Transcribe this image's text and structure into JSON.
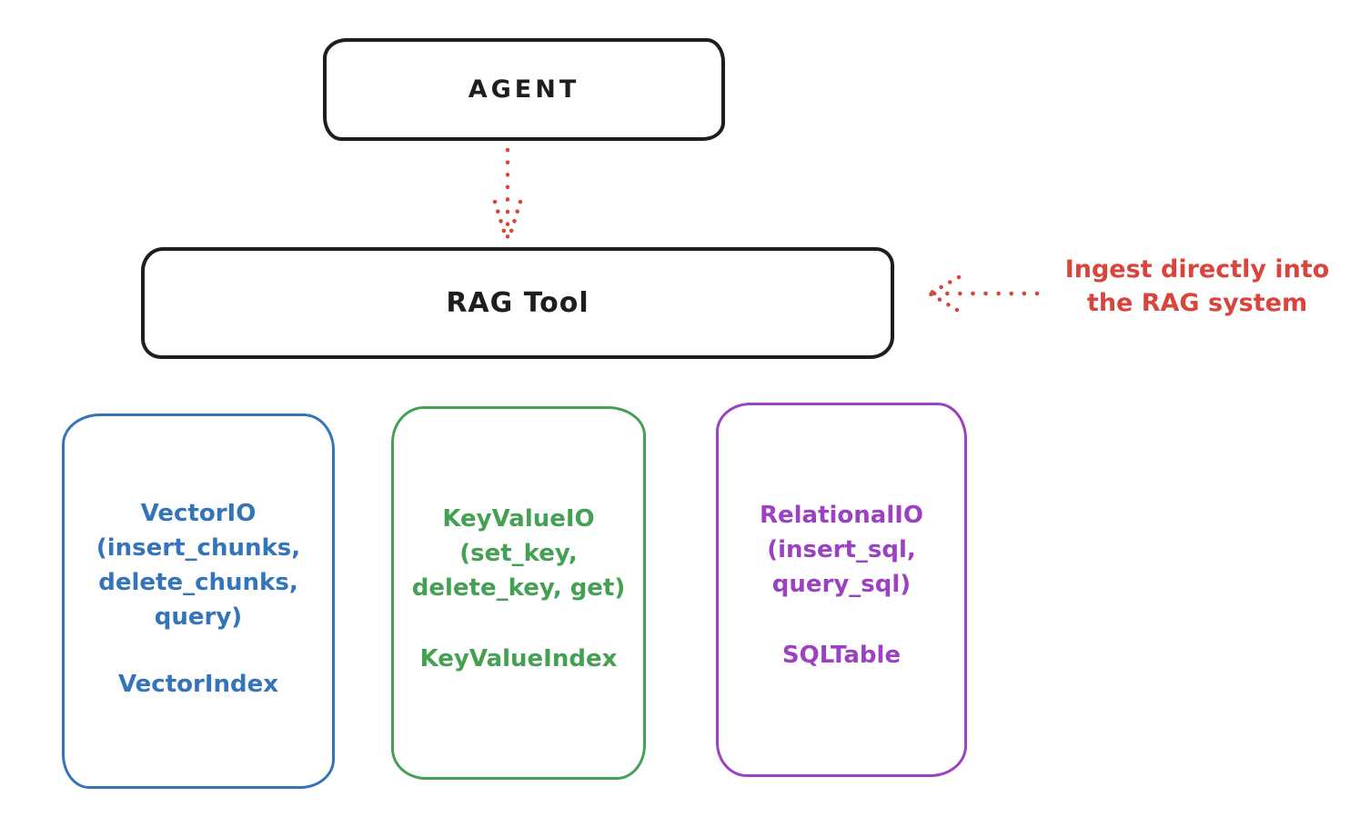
{
  "colors": {
    "background": "#ffffff",
    "ink": "#1e1e1e",
    "red": "#d9443c",
    "blue": "#3474bb",
    "green": "#44a153",
    "purple": "#9b41c1"
  },
  "nodes": {
    "agent": {
      "label": "AGENT"
    },
    "rag_tool": {
      "label": "RAG Tool"
    },
    "vector_io": {
      "lines": [
        "VectorIO",
        "(insert_chunks,",
        "delete_chunks,",
        "query)"
      ],
      "index_label": "VectorIndex"
    },
    "key_value_io": {
      "lines": [
        "KeyValueIO",
        "(set_key,",
        "delete_key, get)"
      ],
      "index_label": "KeyValueIndex"
    },
    "relational_io": {
      "lines": [
        "RelationalIO",
        "(insert_sql,",
        "query_sql)"
      ],
      "index_label": "SQLTable"
    }
  },
  "annotation": {
    "line1": "Ingest directly into",
    "line2": "the RAG system"
  },
  "arrows": [
    {
      "name": "agent-to-rag-tool",
      "style": "dotted",
      "direction": "down"
    },
    {
      "name": "ingest-into-rag-tool",
      "style": "dotted",
      "direction": "left"
    }
  ]
}
